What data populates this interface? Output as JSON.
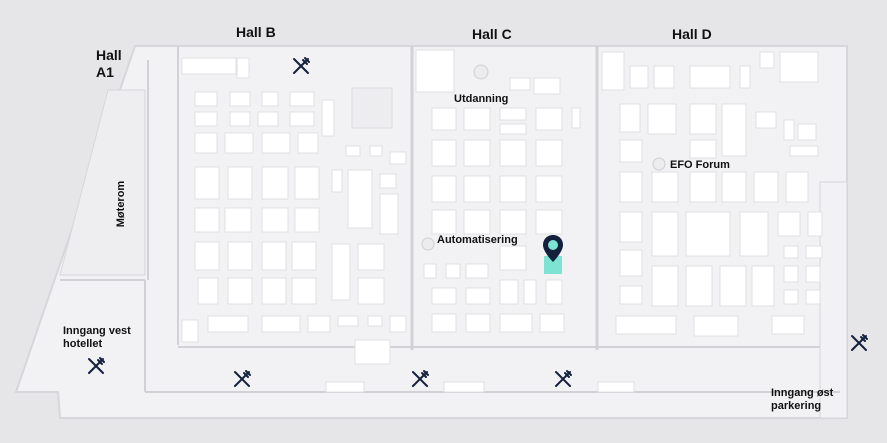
{
  "halls": {
    "hall_a1_line1": "Hall",
    "hall_a1_line2": "A1",
    "hall_b": "Hall B",
    "hall_c": "Hall C",
    "hall_d": "Hall D"
  },
  "areas": {
    "motorom": "Møterom",
    "utdanning": "Utdanning",
    "efo_forum": "EFO Forum",
    "automatisering": "Automatisering"
  },
  "entrances": {
    "west_line1": "Inngang vest",
    "west_line2": "hotellet",
    "east_line1": "Inngang øst",
    "east_line2": "parkering"
  },
  "icons": {
    "restaurant": "fork-knife-icon",
    "location": "map-pin-icon"
  },
  "colors": {
    "background": "#e6e6e9",
    "floor": "#f2f2f4",
    "booth": "#ffffff",
    "wall": "#d2d2d6",
    "pin": "#14213d",
    "pin_highlight": "#7de3d3"
  }
}
